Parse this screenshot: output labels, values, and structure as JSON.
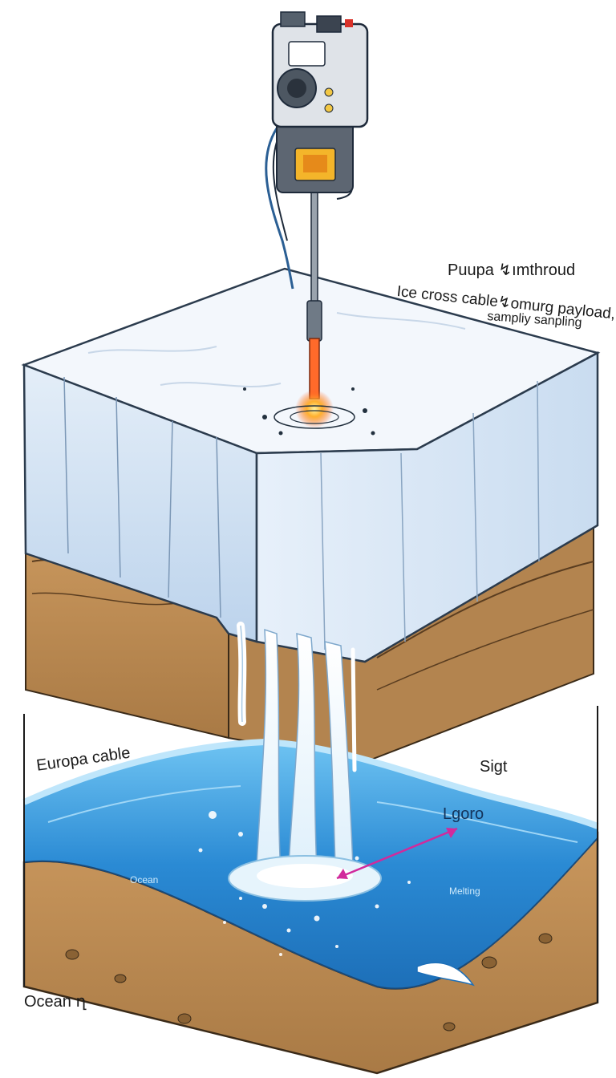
{
  "labels": {
    "title_line1": "Puupa ↯ımthroud",
    "title_line2": "Ice cross cable↯omurg payload,",
    "title_line3": "sampliy sanpling",
    "europa_cable": "Europa cable",
    "sigt": "Sigt",
    "lgoro": "Lgoro",
    "ocean_small": "Ocean",
    "melting": "Melting",
    "ocean_bottom": "Ocean ղ"
  },
  "colors": {
    "ice_top": "#eef4fb",
    "ice_front": "#cfe0f2",
    "ice_side": "#d9e7f5",
    "sediment": "#b98a55",
    "ocean": "#2e8fd6",
    "ocean_light": "#8fd0f5",
    "arrow": "#d12a9c",
    "heat": "#ff7a1a"
  },
  "icons": {
    "probe": "cryobot-probe-icon",
    "cable": "tether-cable-icon",
    "heat": "melt-tip-icon",
    "arrow": "double-arrow-icon"
  }
}
